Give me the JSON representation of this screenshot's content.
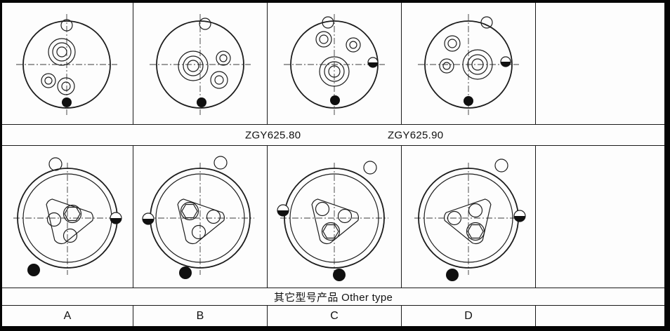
{
  "page": {
    "background": "#fdfdfd",
    "frame_color": "#000000",
    "line_color": "#1a1a1a"
  },
  "labels": {
    "model_left": "ZGY625.80",
    "model_right": "ZGY625.90",
    "other_type": "其它型号产品 Other type"
  },
  "columns": [
    "A",
    "B",
    "C",
    "D"
  ],
  "figures": {
    "top_row": [
      "gearbox-end-flange-drawing-1",
      "gearbox-end-flange-drawing-2",
      "gearbox-end-flange-drawing-3",
      "gearbox-end-flange-drawing-4"
    ],
    "bottom_row": [
      "other-type-flange-drawing-a",
      "other-type-flange-drawing-b",
      "other-type-flange-drawing-c",
      "other-type-flange-drawing-d"
    ]
  }
}
